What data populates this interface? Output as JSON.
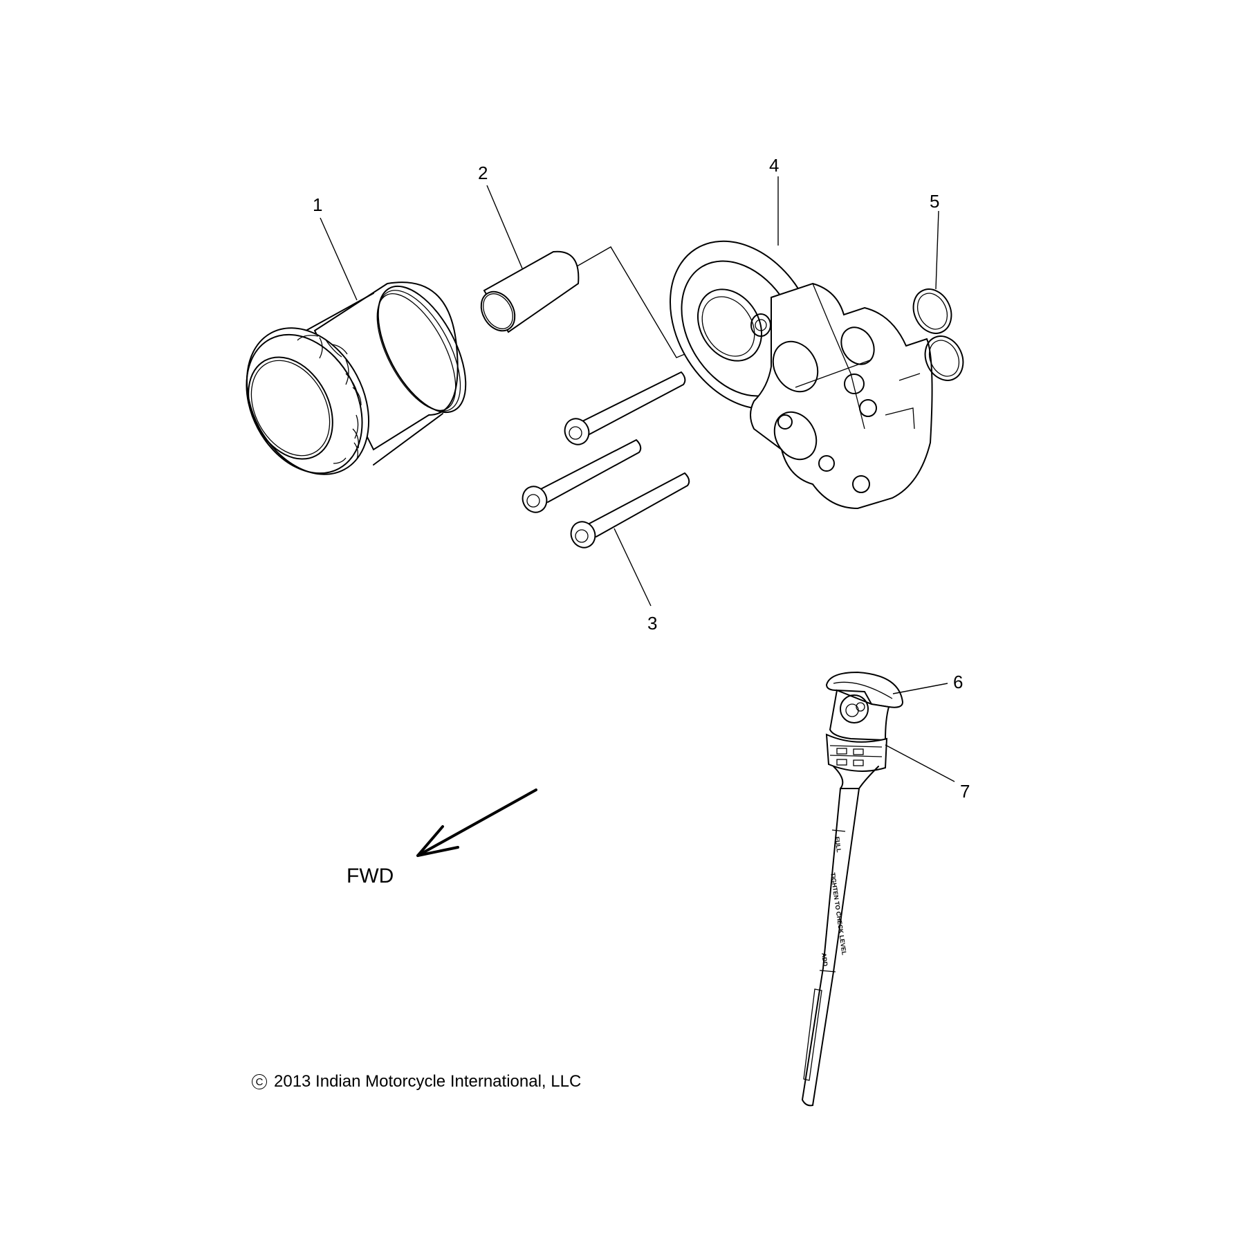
{
  "diagram": {
    "type": "exploded-parts-diagram",
    "subject": "Oil filter, filter adapter housing and dipstick",
    "direction_indicator": {
      "label": "FWD",
      "icon": "arrow-down-left"
    },
    "copyright": {
      "symbol": "C",
      "text": "2013 Indian Motorcycle International, LLC"
    },
    "callouts": [
      {
        "number": "1",
        "part": "oil-filter"
      },
      {
        "number": "2",
        "part": "sleeve"
      },
      {
        "number": "3",
        "part": "socket-head-bolts"
      },
      {
        "number": "4",
        "part": "oil-filter-adapter-housing"
      },
      {
        "number": "5",
        "part": "o-rings"
      },
      {
        "number": "6",
        "part": "dipstick-cap"
      },
      {
        "number": "7",
        "part": "dipstick-seal"
      }
    ],
    "dipstick_markings": {
      "full": "FULL",
      "instruction": "TIGHTEN TO CHECK LEVEL",
      "add": "ADD"
    }
  }
}
